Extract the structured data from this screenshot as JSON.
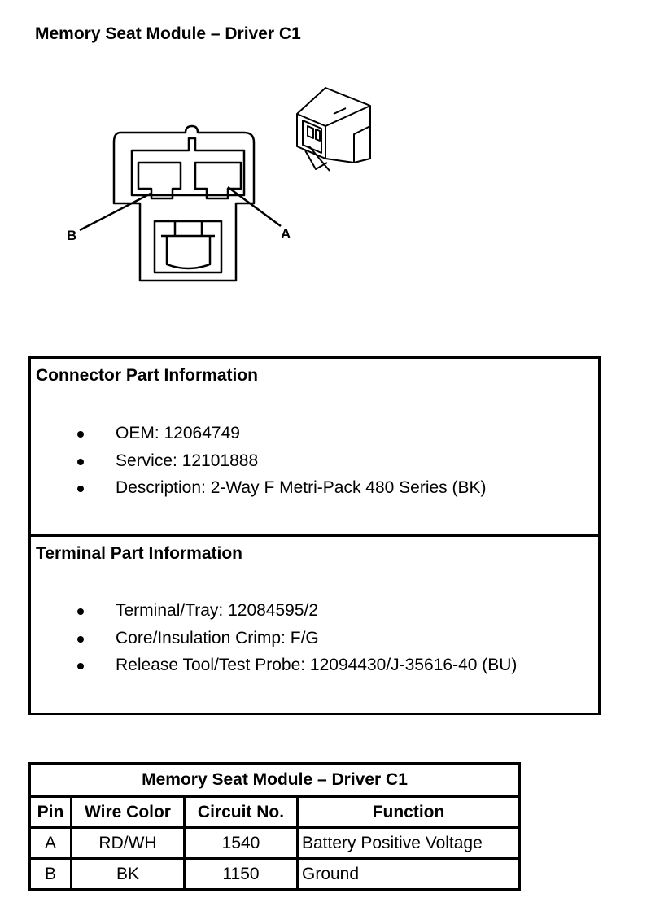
{
  "title": "Memory Seat Module – Driver C1",
  "diagram": {
    "callouts": [
      "B",
      "A"
    ]
  },
  "connector_info": {
    "heading": "Connector Part Information",
    "items": [
      "OEM: 12064749",
      "Service: 12101888",
      "Description: 2-Way F Metri-Pack 480 Series (BK)"
    ]
  },
  "terminal_info": {
    "heading": "Terminal Part Information",
    "items": [
      "Terminal/Tray: 12084595/2",
      "Core/Insulation Crimp: F/G",
      "Release Tool/Test Probe: 12094430/J-35616-40 (BU)"
    ]
  },
  "pin_table": {
    "caption": "Memory Seat Module – Driver C1",
    "headers": [
      "Pin",
      "Wire Color",
      "Circuit No.",
      "Function"
    ],
    "rows": [
      [
        "A",
        "RD/WH",
        "1540",
        "Battery Positive Voltage"
      ],
      [
        "B",
        "BK",
        "1150",
        "Ground"
      ]
    ]
  }
}
